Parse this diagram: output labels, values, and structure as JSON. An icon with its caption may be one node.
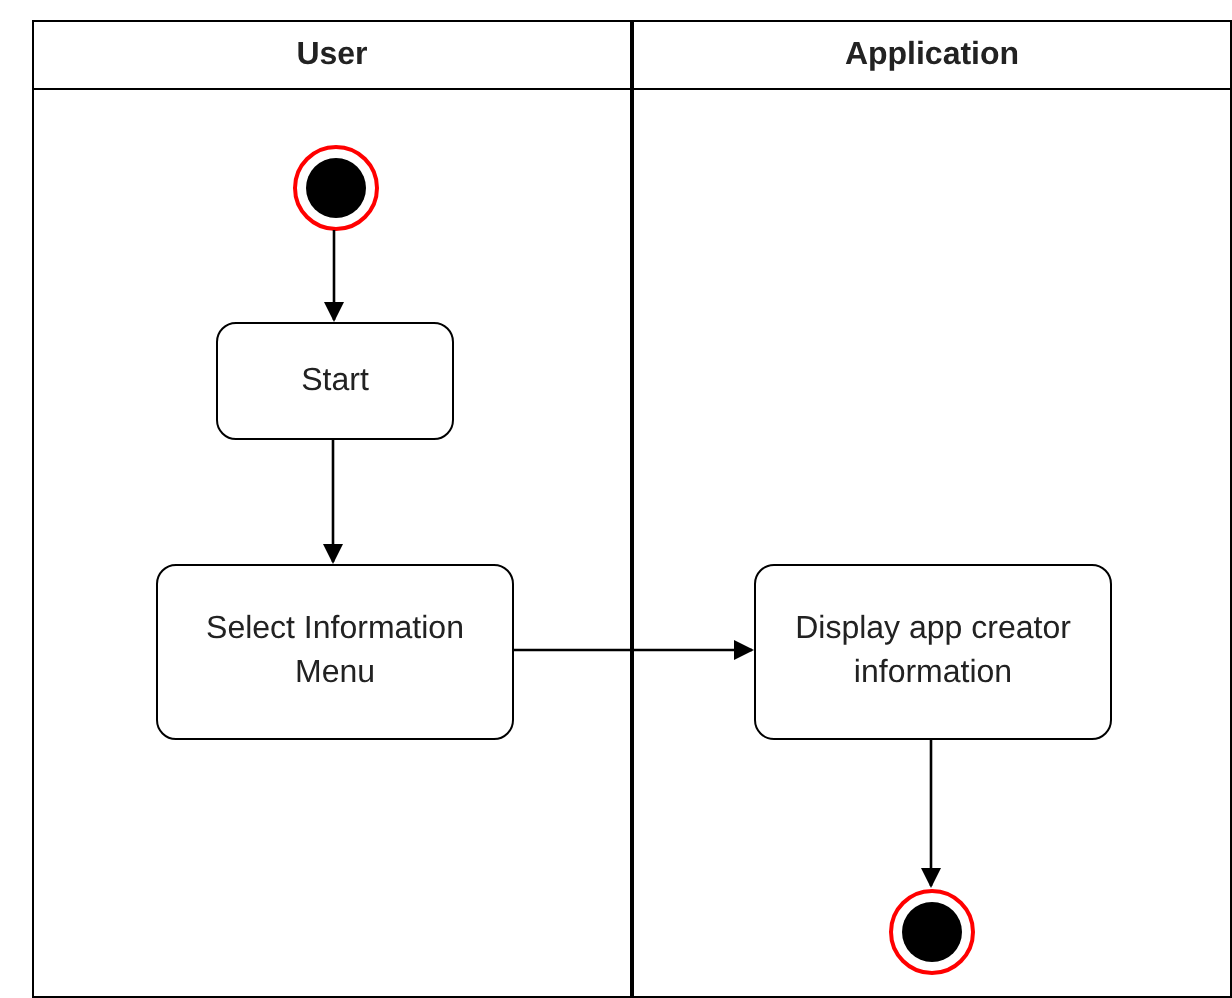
{
  "diagram": {
    "nodes": [
      {
        "text": [
          "User"
        ]
      },
      {
        "text": [
          "Application"
        ]
      },
      {
        "text": [],
        "shape": "circle",
        "in": 0
      },
      {
        "text": [
          "Start"
        ],
        "in": 0
      },
      {
        "text": [
          "Select Information Menu"
        ],
        "in": 0
      },
      {
        "text": [
          "Display app creator information"
        ],
        "in": 1
      },
      {
        "text": [],
        "shape": "circle",
        "in": 1
      }
    ],
    "edges": [
      {
        "from": 2,
        "to": 3,
        "arrow": "to"
      },
      {
        "from": 3,
        "to": 4,
        "arrow": "to"
      },
      {
        "from": 4,
        "to": 5,
        "arrow": "to"
      },
      {
        "from": 5,
        "to": 6,
        "arrow": "to"
      }
    ]
  }
}
